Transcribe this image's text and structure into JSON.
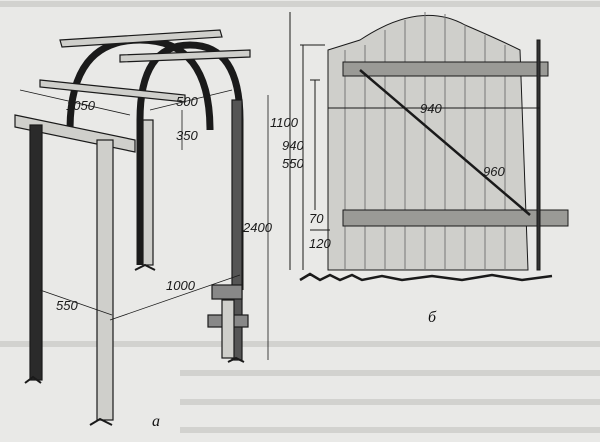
{
  "figure_a": {
    "caption": "а",
    "dimensions": {
      "width_top": "1050",
      "bar": "500",
      "arch_rise": "350",
      "height": "2400",
      "depth": "1000",
      "post_spacing": "550"
    }
  },
  "figure_b": {
    "caption": "б",
    "dimensions": {
      "total_height": "1100",
      "frame_height": "940",
      "upper_gap": "550",
      "width": "940",
      "diagonal": "960",
      "lower_rail": "70",
      "bottom_gap": "120"
    }
  },
  "colors": {
    "paper": "#e9e9e7",
    "ink": "#1a1a1a",
    "wood": "#cfcfcb"
  }
}
